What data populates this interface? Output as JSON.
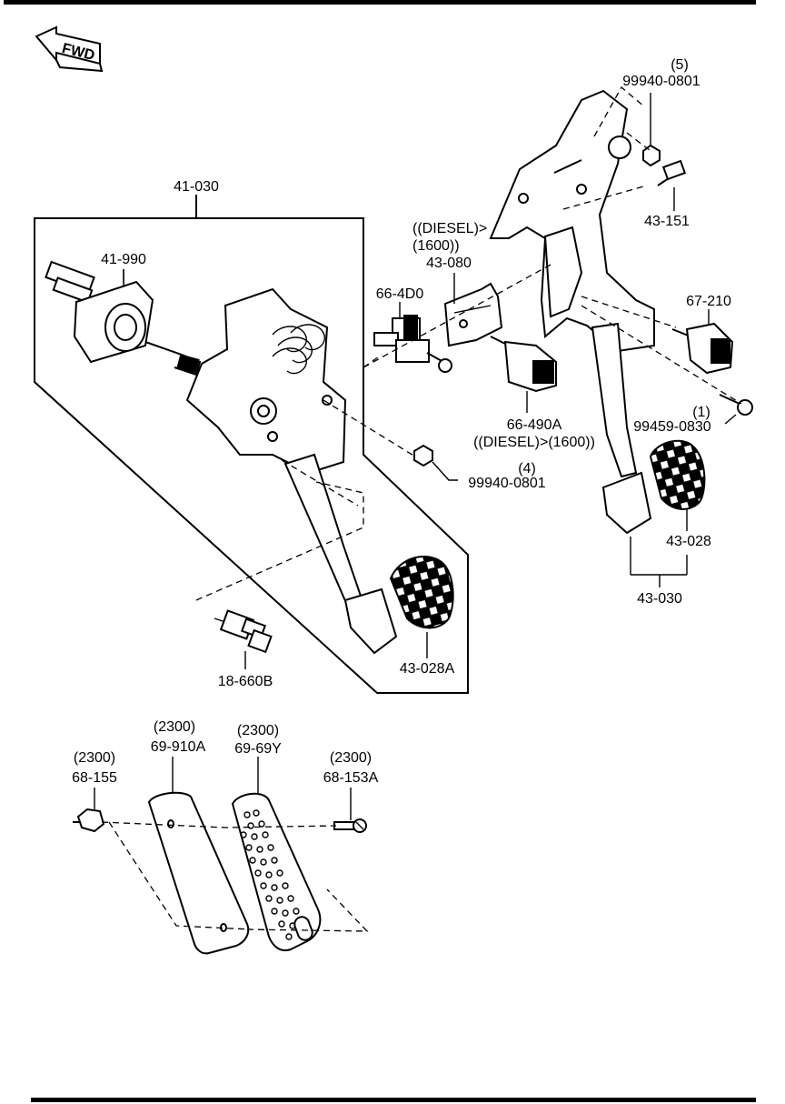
{
  "fwd_label": "FWD",
  "labels": {
    "l_41_030": "41-030",
    "l_41_990": "41-990",
    "l_66_4d0": "66-4D0",
    "l_diesel": "((DIESEL)>",
    "l_1600": "(1600))",
    "l_43_080": "43-080",
    "l_5": "(5)",
    "l_99940_0801_top": "99940-0801",
    "l_43_151": "43-151",
    "l_67_210": "67-210",
    "l_1": "(1)",
    "l_99459_0830": "99459-0830",
    "l_66_490a": "66-490A",
    "l_diesel_1600": "((DIESEL)>(1600))",
    "l_4": "(4)",
    "l_99940_0801_mid": "99940-0801",
    "l_43_028": "43-028",
    "l_43_030": "43-030",
    "l_18_660b": "18-660B",
    "l_43_028a": "43-028A",
    "l_2300_a": "(2300)",
    "l_68_155": "68-155",
    "l_2300_b": "(2300)",
    "l_69_910a": "69-910A",
    "l_2300_c": "(2300)",
    "l_69_69y": "69-69Y",
    "l_2300_d": "(2300)",
    "l_68_153a": "68-153A"
  }
}
